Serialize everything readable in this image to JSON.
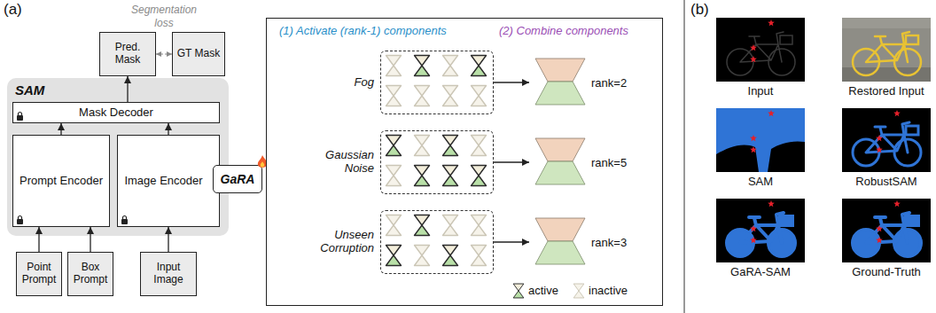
{
  "diagram": {
    "nodes": [
      {
        "text": [
          "SAM"
        ]
      },
      {
        "text": [
          "Mask Decoder"
        ],
        "in": 0
      },
      {
        "text": [
          "Prompt Encoder"
        ],
        "in": 0
      },
      {
        "text": [
          "Image Encoder"
        ],
        "in": 0
      },
      {
        "text": [
          "GaRA"
        ]
      },
      {
        "text": [
          "Pred. Mask"
        ]
      },
      {
        "text": [
          "GT Mask"
        ]
      },
      {
        "text": [
          "Point Prompt"
        ]
      },
      {
        "text": [
          "Box Prompt"
        ]
      },
      {
        "text": [
          "Input Image"
        ]
      },
      {
        "text": [
          "(1) Activate (rank-1) components",
          "(2) Combine components"
        ]
      },
      {
        "text": [
          "Fog"
        ],
        "in": 10
      },
      {
        "text": [
          "Gaussian Noise"
        ],
        "in": 10
      },
      {
        "text": [
          "Unseen Corruption"
        ],
        "in": 10
      },
      {
        "text": [
          "rank=2"
        ],
        "in": 10
      },
      {
        "text": [
          "rank=5"
        ],
        "in": 10
      },
      {
        "text": [
          "rank=3"
        ],
        "in": 10
      }
    ],
    "edges": [
      {
        "from": 7,
        "to": 2,
        "arrow": "to"
      },
      {
        "from": 8,
        "to": 2,
        "arrow": "to"
      },
      {
        "from": 9,
        "to": 3,
        "arrow": "to"
      },
      {
        "from": 2,
        "to": 1,
        "arrow": "to"
      },
      {
        "from": 3,
        "to": 1,
        "arrow": "to"
      },
      {
        "from": 1,
        "to": 5,
        "arrow": "to"
      },
      {
        "from": 5,
        "to": 6,
        "label": "Segmentation loss",
        "arrow": "both"
      },
      {
        "from": 11,
        "to": 14,
        "arrow": "to"
      },
      {
        "from": 12,
        "to": 15,
        "arrow": "to"
      },
      {
        "from": 13,
        "to": 16,
        "arrow": "to"
      }
    ],
    "labels": [
      "(a)",
      "(b)",
      "Input",
      "Restored Input",
      "SAM",
      "RobustSAM",
      "GaRA-SAM",
      "Ground-Truth"
    ],
    "legend": [
      {
        "text": "active"
      },
      {
        "text": "inactive"
      }
    ]
  }
}
